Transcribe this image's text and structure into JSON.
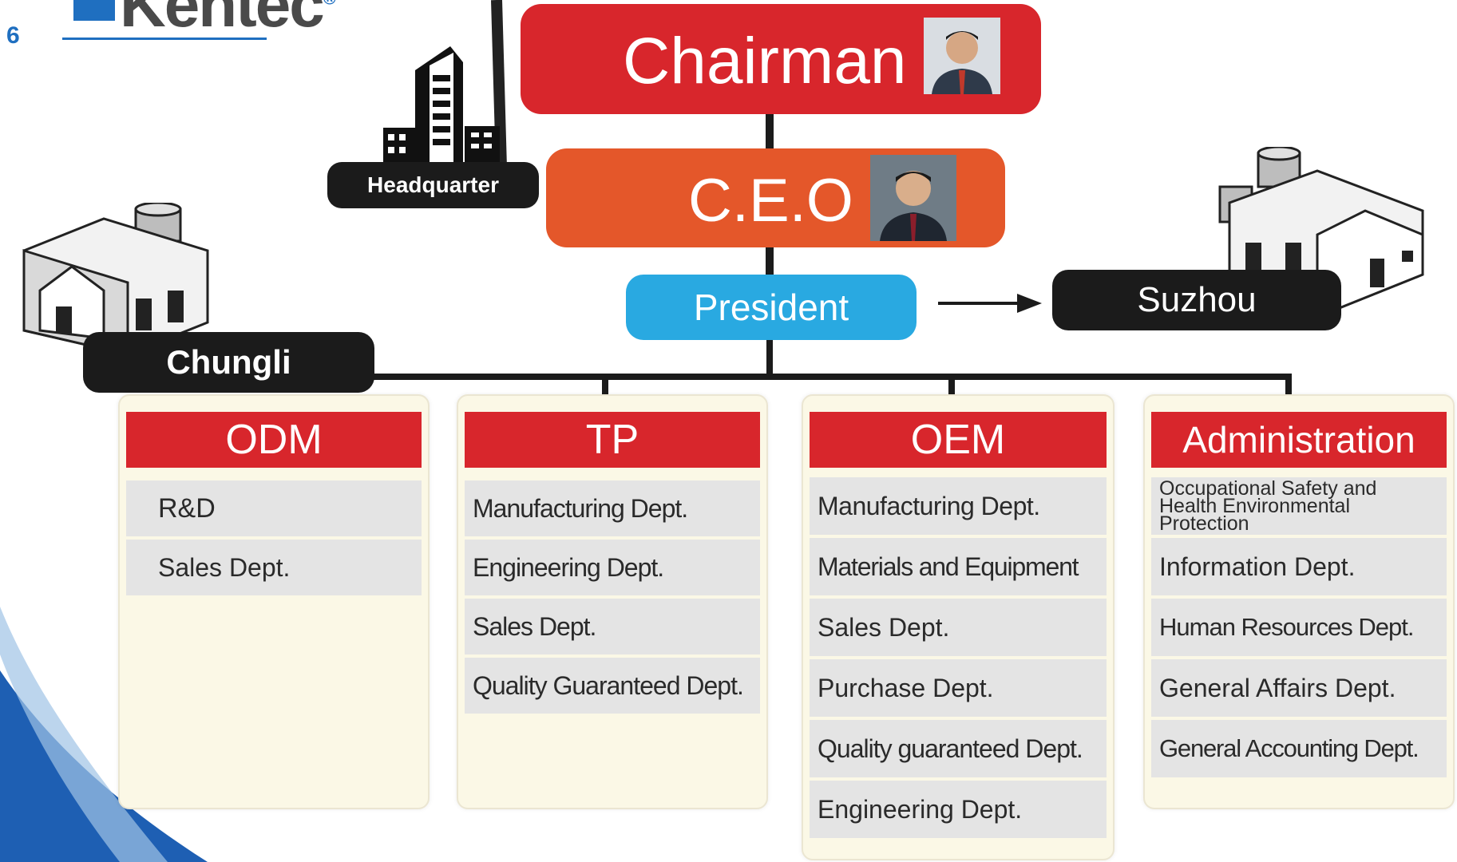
{
  "slide": {
    "number": "6",
    "logo_text": "Kentec",
    "logo_mark": "®"
  },
  "top": {
    "chairman": "Chairman",
    "ceo": "C.E.O",
    "president": "President"
  },
  "locations": {
    "headquarter": "Headquarter",
    "suzhou": "Suzhou",
    "chungli": "Chungli"
  },
  "arrow": "→",
  "divisions": [
    {
      "name": "ODM",
      "departments": [
        "R&D",
        "Sales Dept."
      ]
    },
    {
      "name": "TP",
      "departments": [
        "Manufacturing Dept.",
        "Engineering Dept.",
        "Sales Dept.",
        "Quality Guaranteed Dept."
      ]
    },
    {
      "name": "OEM",
      "departments": [
        "Manufacturing Dept.",
        "Materials and Equipment",
        "Sales Dept.",
        "Purchase Dept.",
        "Quality guaranteed Dept.",
        "Engineering Dept."
      ]
    },
    {
      "name": "Administration",
      "departments": [
        "Occupational Safety and Health Environmental Protection",
        "Information Dept.",
        "Human Resources Dept.",
        "General Affairs Dept.",
        "General Accounting Dept."
      ]
    }
  ],
  "colors": {
    "chairman": "#d8262c",
    "ceo": "#e4572a",
    "president": "#29a9e1",
    "division_header": "#d8262c",
    "location_label": "#1b1b1b"
  }
}
